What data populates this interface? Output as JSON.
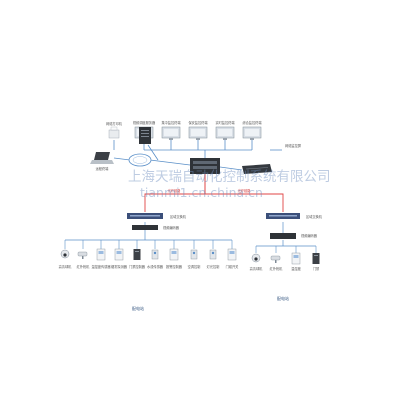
{
  "colors": {
    "line": "#5a8fc8",
    "link_red": "#e04545",
    "watermark": "#6f8fbf",
    "monitor": "#d9dfe6",
    "dark_device": "#2f3338",
    "switch": "#3b4f7a"
  },
  "core": {
    "printer_label": "网络打印机",
    "server_label": "",
    "ring_label": "",
    "laptop_label": "远程终端",
    "core_switch_label": "",
    "rack_label": "",
    "right_label": "网络监控屏"
  },
  "top_workstations": [
    {
      "label": "视频调度服务器"
    },
    {
      "label": "集中监控终端"
    },
    {
      "label": "保安监控终端"
    },
    {
      "label": "实时监控终端"
    },
    {
      "label": "综合监控终端"
    }
  ],
  "links": {
    "left": "光纤链路",
    "right": "光纤链路"
  },
  "left_zone": {
    "switch_label": "区域交换机",
    "nvr_label": "视频编码器",
    "zone_label": "配电站",
    "devices": [
      {
        "label": "高清球机"
      },
      {
        "label": "红外枪机"
      },
      {
        "label": "温湿度传感器"
      },
      {
        "label": "烟雾探测器"
      },
      {
        "label": "门禁控制器"
      },
      {
        "label": "水浸传感器"
      },
      {
        "label": "报警控制器"
      },
      {
        "label": "空调控制"
      },
      {
        "label": "灯光控制"
      },
      {
        "label": "门磁开关"
      }
    ]
  },
  "right_zone": {
    "switch_label": "区域交换机",
    "nvr_label": "视频编码器",
    "zone_label": "配电站",
    "devices": [
      {
        "label": "高清球机"
      },
      {
        "label": "红外枪机"
      },
      {
        "label": "温湿度"
      },
      {
        "label": "门禁"
      }
    ]
  },
  "watermark": {
    "line1": "上海天瑞自动化控制系统有限公司",
    "line2": "tianmi1.cn.china.cn"
  }
}
